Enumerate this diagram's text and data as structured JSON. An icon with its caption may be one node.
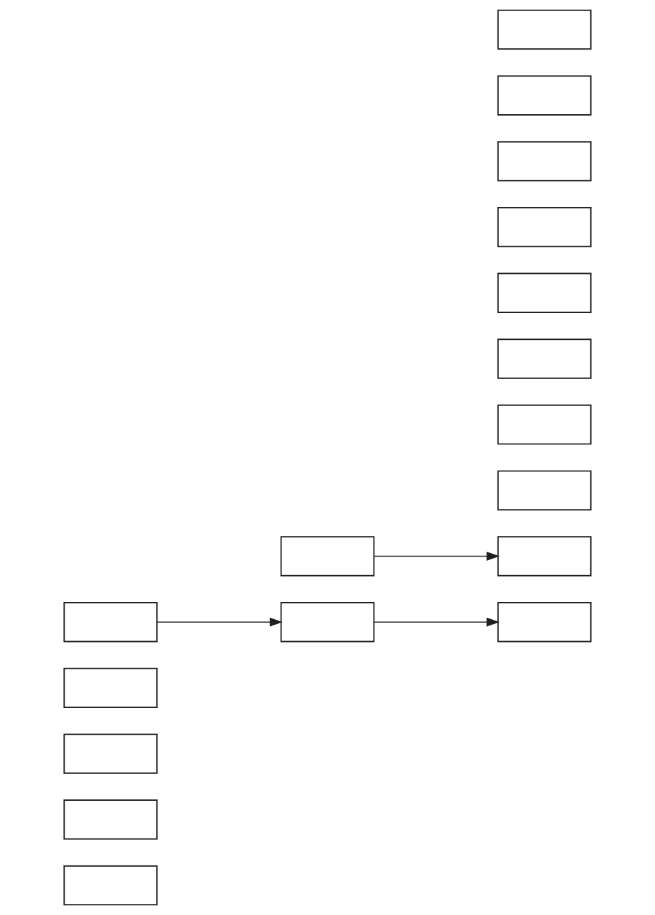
{
  "diagram": {
    "nodes": [
      {
        "text": [],
        "shape": "box"
      },
      {
        "text": [],
        "shape": "box"
      },
      {
        "text": [],
        "shape": "box"
      },
      {
        "text": [],
        "shape": "box"
      },
      {
        "text": [],
        "shape": "box"
      },
      {
        "text": [],
        "shape": "box"
      },
      {
        "text": [],
        "shape": "box"
      },
      {
        "text": [],
        "shape": "box"
      },
      {
        "text": [],
        "shape": "box"
      },
      {
        "text": [],
        "shape": "box"
      },
      {
        "text": [],
        "shape": "box"
      },
      {
        "text": [],
        "shape": "box"
      },
      {
        "text": [],
        "shape": "box"
      },
      {
        "text": [],
        "shape": "box"
      },
      {
        "text": [],
        "shape": "box"
      },
      {
        "text": [],
        "shape": "box"
      },
      {
        "text": [],
        "shape": "box"
      }
    ],
    "edges": [
      {
        "from": 4,
        "to": 5,
        "arrow": "to"
      },
      {
        "from": 5,
        "to": 7,
        "arrow": "to"
      },
      {
        "from": 6,
        "to": 13,
        "arrow": "to"
      }
    ]
  }
}
